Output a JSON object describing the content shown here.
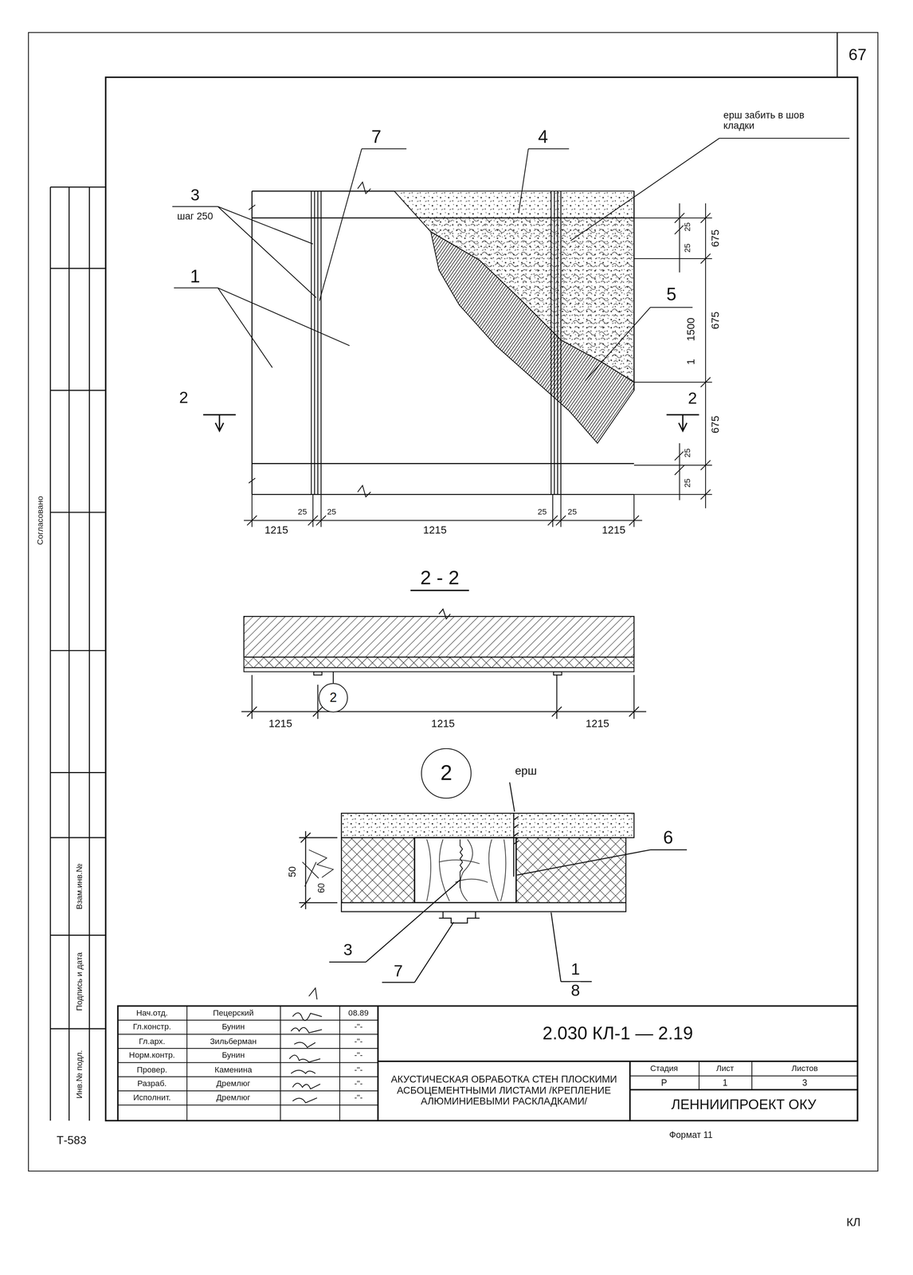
{
  "diagram": {
    "nodes": [
      {
        "text": [
          "2.030 КЛ-1 — 2.19"
        ]
      },
      {
        "text": [
          "АКУСТИЧЕСКАЯ ОБРАБОТКА СТЕН ПЛОСКИМИ АСБОЦЕМЕНТНЫМИ ЛИСТАМИ /КРЕПЛЕНИЕ АЛЮМИНИЕВЫМИ РАСКЛАДКАМИ/"
        ]
      },
      {
        "text": [
          "ЛЕННИИПРОЕКТ ОКУ"
        ]
      },
      {
        "text": [
          "2"
        ]
      },
      {
        "text": [
          "2"
        ]
      },
      {
        "text": [
          "67"
        ]
      }
    ],
    "labels": [
      "ерш забить в шов кладки",
      "7",
      "4",
      "3",
      "шаг 250",
      "1",
      "5",
      "2",
      "2",
      "25",
      "25",
      "675",
      "1",
      "1500",
      "675",
      "675",
      "25",
      "25",
      "1215",
      "25",
      "25",
      "1215",
      "25",
      "25",
      "1215",
      "2 - 2",
      "1215",
      "1215",
      "1215",
      "ерш",
      "6",
      "50",
      "60",
      "3",
      "7",
      "1",
      "8",
      "Нач.отд.",
      "Пецерский",
      "08.89",
      "Гл.констр.",
      "Бунин",
      "-\"-",
      "Гл.арх.",
      "Зильберман",
      "-\"-",
      "Норм.контр.",
      "Бунин",
      "-\"-",
      "Провер.",
      "Каменина",
      "-\"-",
      "Разраб.",
      "Дремлюг",
      "-\"-",
      "Исполнит.",
      "Дремлюг",
      "-\"-",
      "Стадия",
      "Лист",
      "Листов",
      "Р",
      "1",
      "3",
      "Согласовано",
      "Взам.инв.№",
      "Подпись и дата",
      "Инв.№ подл.",
      "Формат 11",
      "Т-583",
      "КЛ"
    ]
  }
}
